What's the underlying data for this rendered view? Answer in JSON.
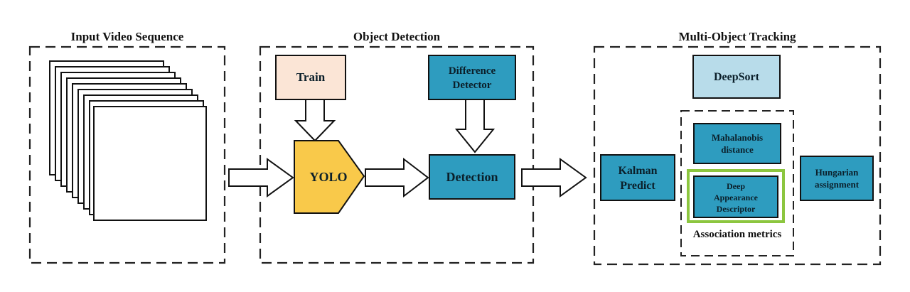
{
  "sections": {
    "input": {
      "title": "Input Video Sequence"
    },
    "detection": {
      "title": "Object Detection"
    },
    "tracking": {
      "title": "Multi-Object Tracking"
    }
  },
  "nodes": {
    "train": {
      "label": "Train"
    },
    "difference_detector": {
      "line1": "Difference",
      "line2": "Detector"
    },
    "yolo": {
      "label": "YOLO"
    },
    "detection": {
      "label": "Detection"
    },
    "deepsort": {
      "label": "DeepSort"
    },
    "kalman": {
      "line1": "Kalman",
      "line2": "Predict"
    },
    "mahalanobis": {
      "line1": "Mahalanobis",
      "line2": "distance"
    },
    "deep_appearance": {
      "line1": "Deep",
      "line2": "Appearance",
      "line3": "Descriptor"
    },
    "hungarian": {
      "line1": "Hungarian",
      "line2": "assignment"
    },
    "association": {
      "label": "Association metrics"
    }
  },
  "colors": {
    "teal": "#2e9cbf",
    "light_blue": "#b8dcea",
    "peach": "#fbe5d6",
    "yolo_yellow": "#f9c94a",
    "highlight_green": "#8cc63f",
    "dash": "#222222"
  }
}
